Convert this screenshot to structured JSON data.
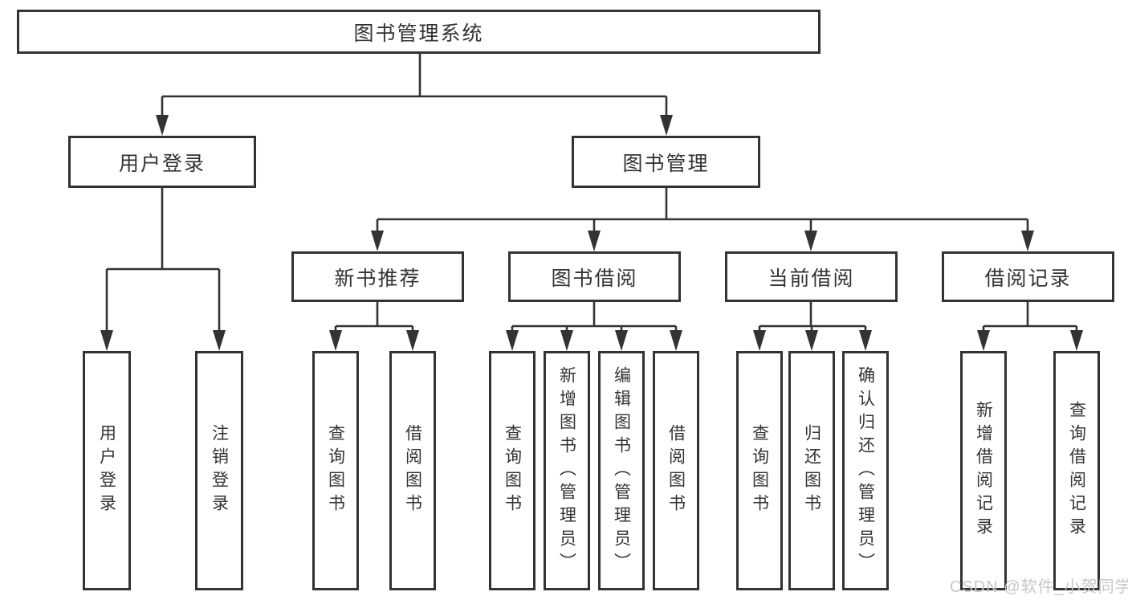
{
  "root": {
    "label": "图书管理系统"
  },
  "branches": [
    {
      "label": "用户登录",
      "children": [
        {
          "label": "用户登录"
        },
        {
          "label": "注销登录"
        }
      ]
    },
    {
      "label": "图书管理",
      "children": [
        {
          "label": "新书推荐",
          "children": [
            {
              "label": "查询图书"
            },
            {
              "label": "借阅图书"
            }
          ]
        },
        {
          "label": "图书借阅",
          "children": [
            {
              "label": "查询图书"
            },
            {
              "label": "新增图书（管理员）"
            },
            {
              "label": "编辑图书（管理员）"
            },
            {
              "label": "借阅图书"
            }
          ]
        },
        {
          "label": "当前借阅",
          "children": [
            {
              "label": "查询图书"
            },
            {
              "label": "归还图书"
            },
            {
              "label": "确认归还（管理员）"
            }
          ]
        },
        {
          "label": "借阅记录",
          "children": [
            {
              "label": "新增借阅记录"
            },
            {
              "label": "查询借阅记录"
            }
          ]
        }
      ]
    }
  ],
  "watermark": {
    "text": "CSDN @软件_小贺同学"
  },
  "colors": {
    "line": "#333333",
    "text": "#333333",
    "box_bg": "#ffffff",
    "bg": "#ffffff",
    "watermark": "#c6c6c6"
  }
}
